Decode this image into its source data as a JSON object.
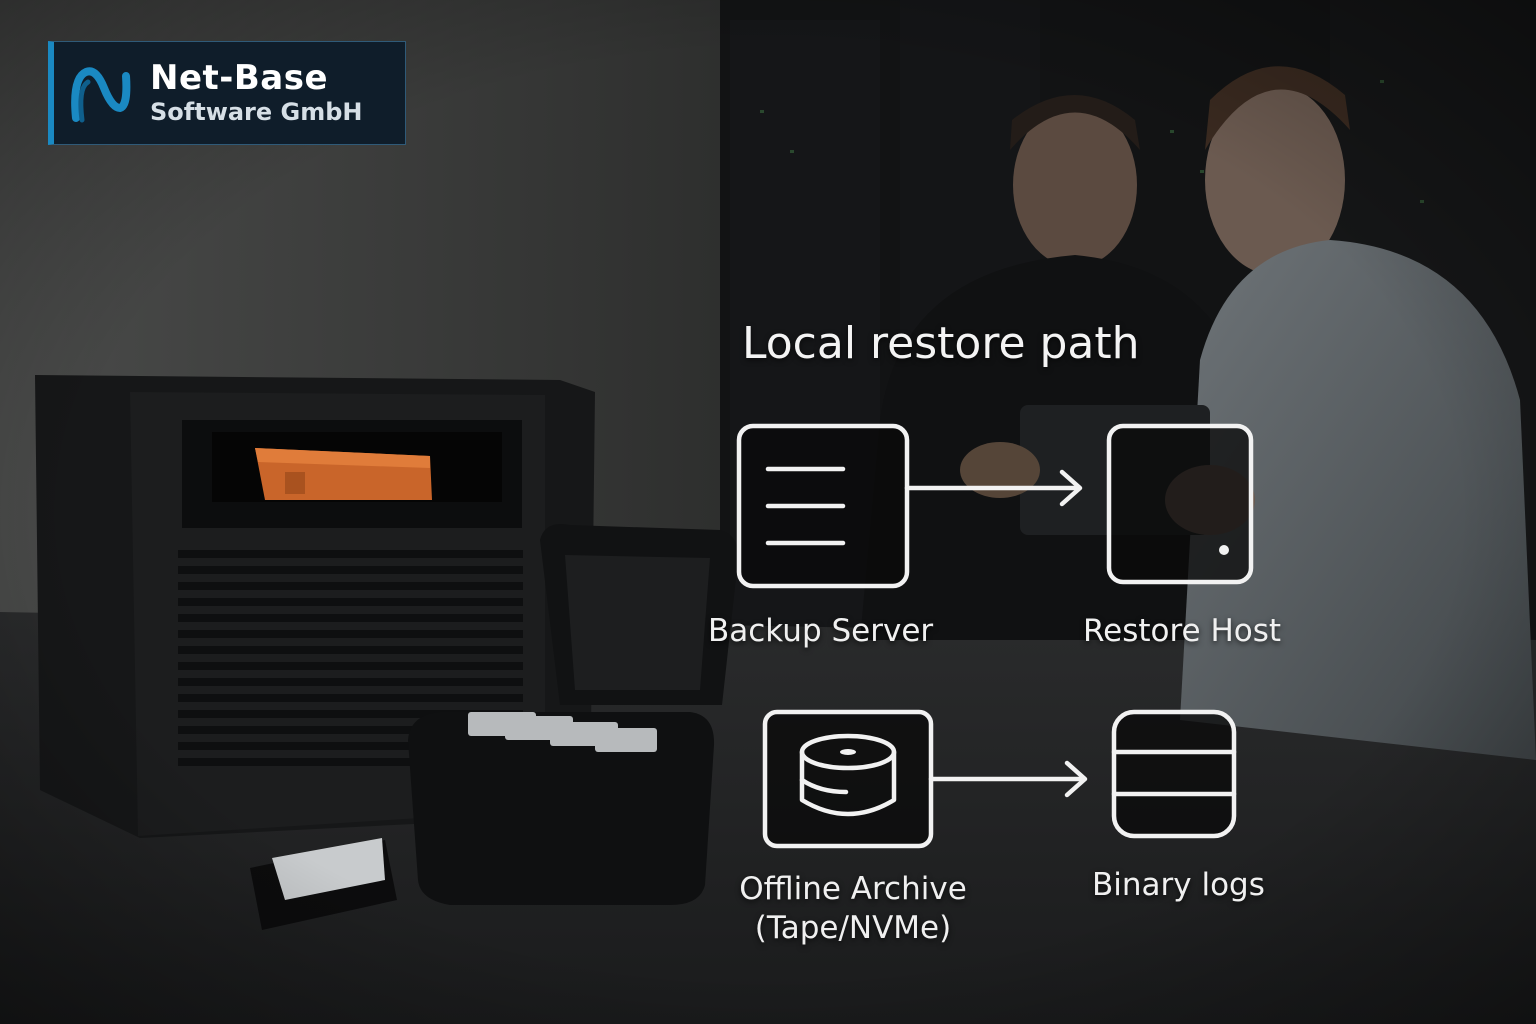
{
  "brand": {
    "name": "Net-Base",
    "subtitle": "Software GmbH",
    "accent": "#1a89c2"
  },
  "diagram": {
    "title": "Local restore path",
    "nodes": [
      {
        "id": "backup-server",
        "label": "Backup Server",
        "icon": "document-lines-icon"
      },
      {
        "id": "restore-host",
        "label": "Restore Host",
        "icon": "tablet-icon"
      },
      {
        "id": "offline-archive",
        "label_line1": "Offline Archive",
        "label_line2": "(Tape/NVMe)",
        "icon": "disk-cylinder-icon"
      },
      {
        "id": "binary-logs",
        "label": "Binary logs",
        "icon": "database-stack-icon"
      }
    ],
    "edges": [
      {
        "from": "backup-server",
        "to": "restore-host"
      },
      {
        "from": "offline-archive",
        "to": "binary-logs"
      }
    ],
    "line_color": "#f2f2f2"
  }
}
